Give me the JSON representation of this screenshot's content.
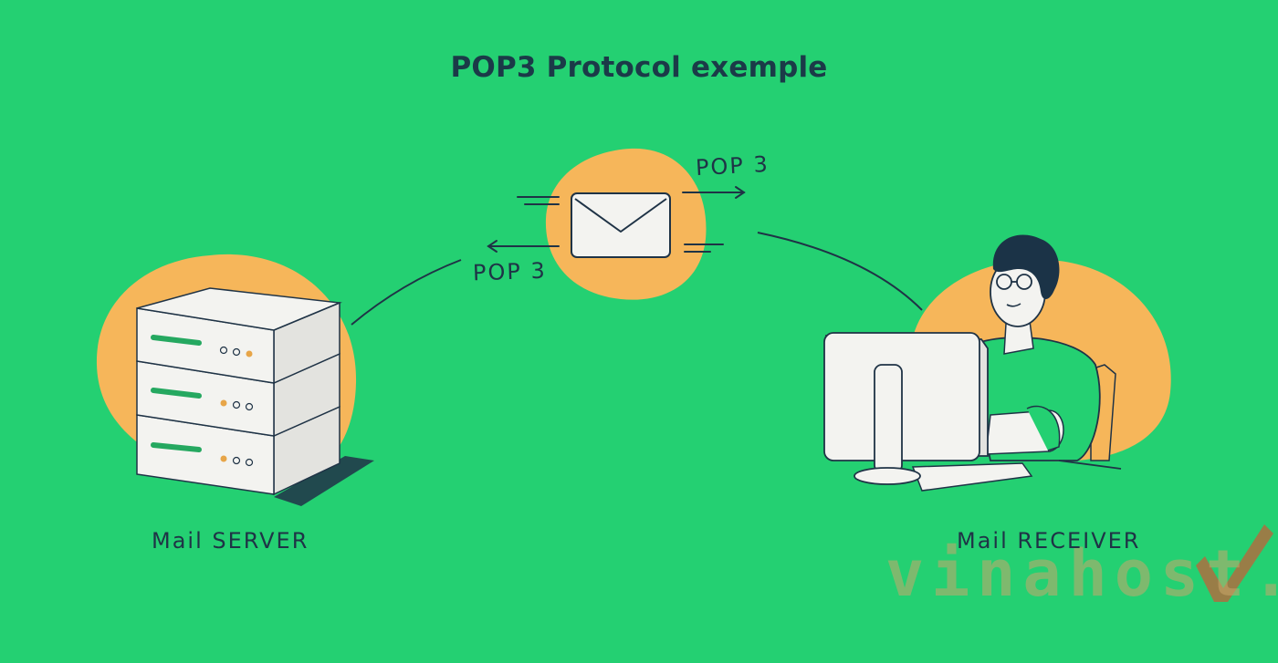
{
  "title": "POP3 Protocol exemple",
  "labels": {
    "send_protocol": "POP 3",
    "receive_protocol": "POP 3",
    "server": "Mail SERVER",
    "receiver": "Mail RECEIVER"
  },
  "watermark": "vinahost.",
  "colors": {
    "background": "#24d072",
    "blob": "#f6b65a",
    "ink": "#1f3346",
    "device_white": "#f3f3f0",
    "led_green": "#25a860",
    "led_orange": "#e7a548"
  }
}
